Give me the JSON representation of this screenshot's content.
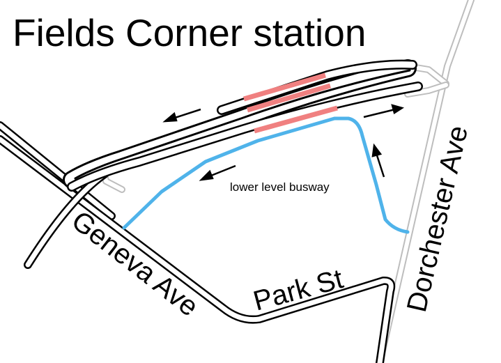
{
  "title": "Fields Corner station",
  "labels": {
    "geneva": "Geneva Ave",
    "park": "Park St",
    "dorchester": "Dorchester Ave",
    "busway": "lower level busway"
  },
  "colors": {
    "road_outline": "#000000",
    "road_fill": "#ffffff",
    "minor_road": "#bdbdbd",
    "busway": "#4fb3ea",
    "platform": "#f08080",
    "arrow": "#000000"
  }
}
